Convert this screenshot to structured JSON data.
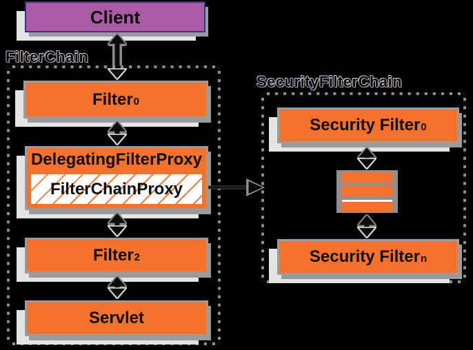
{
  "client": {
    "label": "Client"
  },
  "filterChain": {
    "label": "FilterChain",
    "filter0": {
      "label": "Filter",
      "subscript": "0"
    },
    "delegatingFilterProxy": {
      "label": "DelegatingFilterProxy"
    },
    "filterChainProxy": {
      "label": "FilterChainProxy"
    },
    "filter2": {
      "label": "Filter",
      "subscript": "2"
    },
    "servlet": {
      "label": "Servlet"
    }
  },
  "securityFilterChain": {
    "label": "SecurityFilterChain",
    "securityFilter0": {
      "label": "Security Filter",
      "subscript": "0"
    },
    "securityFilterN": {
      "label": "Security Filter",
      "subscript": "n"
    }
  },
  "icons": {
    "moreFiltersStack": "stack-of-bars-icon",
    "verticalConnector": "double-headed-arrow-icon",
    "delegationConnector": "right-arrow-icon"
  },
  "colors": {
    "background": "#000000",
    "node_orange": "#f5722d",
    "client_purple": "#a95ba5",
    "client_border": "#34377e",
    "shadow_gray": "#9b9b9b",
    "shadow_light": "#e4e4e4",
    "dashed_border_band": "#8f8f8f",
    "hatch_line": "#ee7c3c",
    "stack_separator": "#ffffff"
  }
}
